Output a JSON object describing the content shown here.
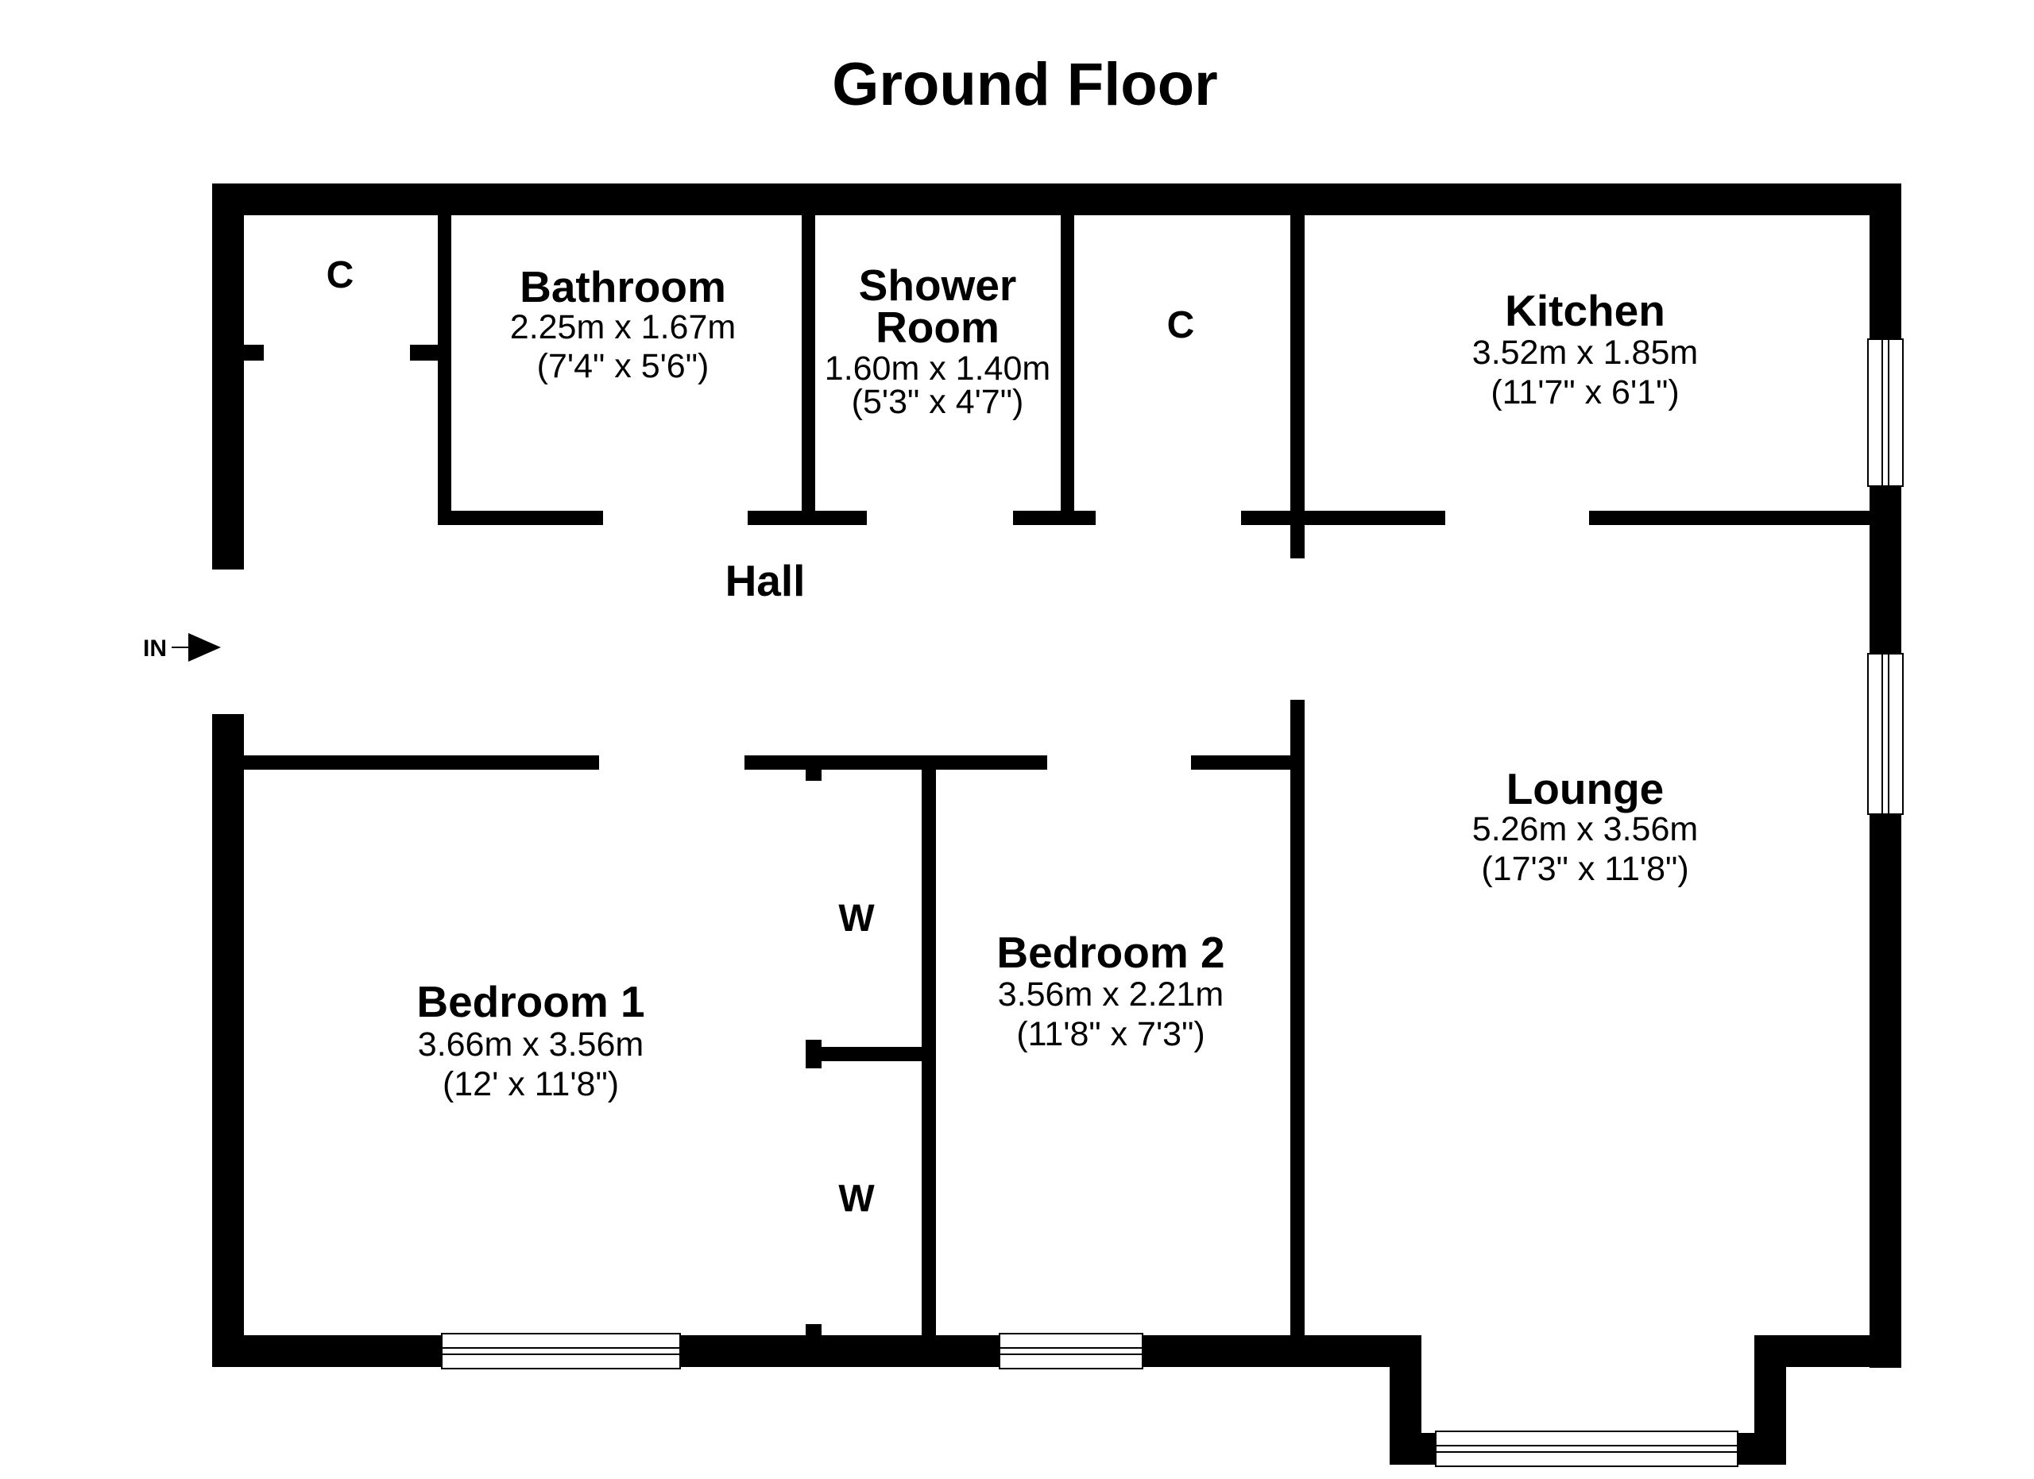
{
  "title": "Ground Floor",
  "entrance_label": "IN",
  "rooms": {
    "cupboard_left": {
      "name": "C"
    },
    "bathroom": {
      "name": "Bathroom",
      "dim_metric": "2.25m x 1.67m",
      "dim_imperial": "(7'4\" x 5'6\")"
    },
    "shower_room": {
      "name_line1": "Shower",
      "name_line2": "Room",
      "dim_metric": "1.60m x 1.40m",
      "dim_imperial": "(5'3\" x 4'7\")"
    },
    "cupboard_mid": {
      "name": "C"
    },
    "kitchen": {
      "name": "Kitchen",
      "dim_metric": "3.52m x 1.85m",
      "dim_imperial": "(11'7\" x 6'1\")"
    },
    "hall": {
      "name": "Hall"
    },
    "lounge": {
      "name": "Lounge",
      "dim_metric": "5.26m x 3.56m",
      "dim_imperial": "(17'3\" x 11'8\")"
    },
    "bedroom1": {
      "name": "Bedroom 1",
      "dim_metric": "3.66m x 3.56m",
      "dim_imperial": "(12' x 11'8\")"
    },
    "bedroom2": {
      "name": "Bedroom 2",
      "dim_metric": "3.56m x 2.21m",
      "dim_imperial": "(11'8\" x 7'3\")"
    },
    "wardrobe_upper": {
      "name": "W"
    },
    "wardrobe_lower": {
      "name": "W"
    }
  },
  "colors": {
    "wall": "#000000",
    "background": "#ffffff",
    "window": "#ffffff"
  }
}
